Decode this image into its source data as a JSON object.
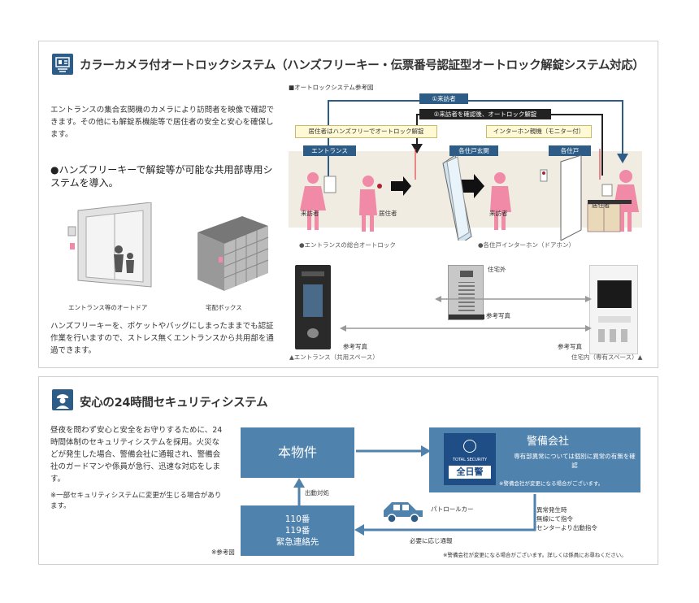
{
  "section1": {
    "title": "カラーカメラ付オートロックシステム（ハンズフリーキー・伝票番号認証型オートロック解錠システム対応）",
    "intro": "エントランスの集合玄関機のカメラにより訪問者を映像で確認できます。その他にも解錠系機能等で居住者の安全と安心を確保します。",
    "handsfree_heading": "●ハンズフリーキーで解錠等が可能な共用部専用システムを導入。",
    "caption_autodoor": "エントランス等のオートドア",
    "caption_delivery": "宅配ボックス",
    "handsfree_text": "ハンズフリーキーを、ポケットやバッグにしまったままでも認証作業を行いますので、ストレス無くエントランスから共用部を通過できます。",
    "diagram": {
      "ref_label": "■オートロックシステム参考図",
      "flow1": "①来訪者",
      "flow2": "②来訪者を確認後、オートロック解錠",
      "note_resident": "居住者はハンズフリーでオートロック解錠",
      "note_intercom": "インターホン親機（モニター付）",
      "zone_entrance": "エントランス",
      "zone_door": "各住戸玄関",
      "zone_unit": "各住戸",
      "visitor1": "来訪者",
      "resident1": "居住者",
      "visitor2": "来訪者",
      "resident2": "居住者",
      "caption_entrance": "●エントランスの総合オートロック",
      "caption_doorphone": "●各住戸インターホン（ドアホン）"
    },
    "devices": {
      "outside_label": "住宅外",
      "ref1": "参考写真",
      "ref2": "参考写真",
      "ref3": "参考写真",
      "entrance_caption": "▲エントランス（共用スペース）",
      "indoor_caption": "住宅内（専有スペース）▲"
    }
  },
  "section2": {
    "title": "安心の24時間セキュリティシステム",
    "text": "昼夜を問わず安心と安全をお守りするために、24時間体制のセキュリティシステムを採用。火災などが発生した場合、警備会社に通報され、警備会社のガードマンや係員が急行、迅速な対応をします。",
    "note": "※一部セキュリティシステムに変更が生じる場合があります。",
    "ref_note": "※参考図",
    "box_property": "本物件",
    "box_security": "警備会社",
    "security_desc": "専有部異常については個別に異常の有無を確認",
    "security_note": "※警備会社が変更になる場合がございます。",
    "logo_small": "TOTAL SECURITY",
    "logo_main": "全日警",
    "box_emergency_lines": [
      "110番",
      "119番",
      "緊急連絡先"
    ],
    "label_dispatch": "出動対処",
    "label_patrol": "パトロールカー",
    "label_alarm": "異常発生時\n無線にて指令\nセンターより出動指令",
    "label_report": "必要に応じ通報",
    "footer_note": "※警備会社が変更になる場合がございます。詳しくは係員にお尋ねください。"
  },
  "colors": {
    "accent_blue": "#2d5d86",
    "box_blue": "#4f82ad",
    "pink": "#f08aa6",
    "beige": "#f1ece2"
  }
}
